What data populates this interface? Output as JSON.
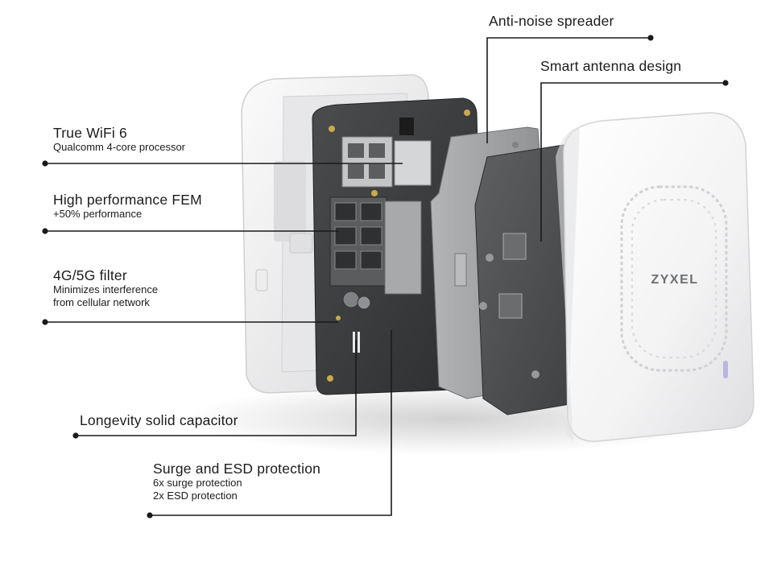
{
  "brand": {
    "logo_text": "ZYXEL"
  },
  "colors": {
    "leader": "#1a1a1a",
    "board": "#3b3d3f",
    "shield": "#9a9c9e",
    "housing": "#f1f1f2"
  },
  "callouts": {
    "wifi6": {
      "title": "True WiFi 6",
      "lines": [
        "Qualcomm 4-core processor"
      ]
    },
    "fem": {
      "title": "High performance FEM",
      "lines": [
        "+50% performance"
      ]
    },
    "filter": {
      "title": "4G/5G filter",
      "lines": [
        "Minimizes interference",
        "from cellular network"
      ]
    },
    "capacitor": {
      "title": "Longevity solid capacitor",
      "lines": []
    },
    "surge": {
      "title": "Surge and ESD protection",
      "lines": [
        "6x surge protection",
        "2x ESD protection"
      ]
    },
    "spreader": {
      "title": "Anti-noise spreader",
      "lines": []
    },
    "antenna": {
      "title": "Smart antenna design",
      "lines": []
    }
  }
}
